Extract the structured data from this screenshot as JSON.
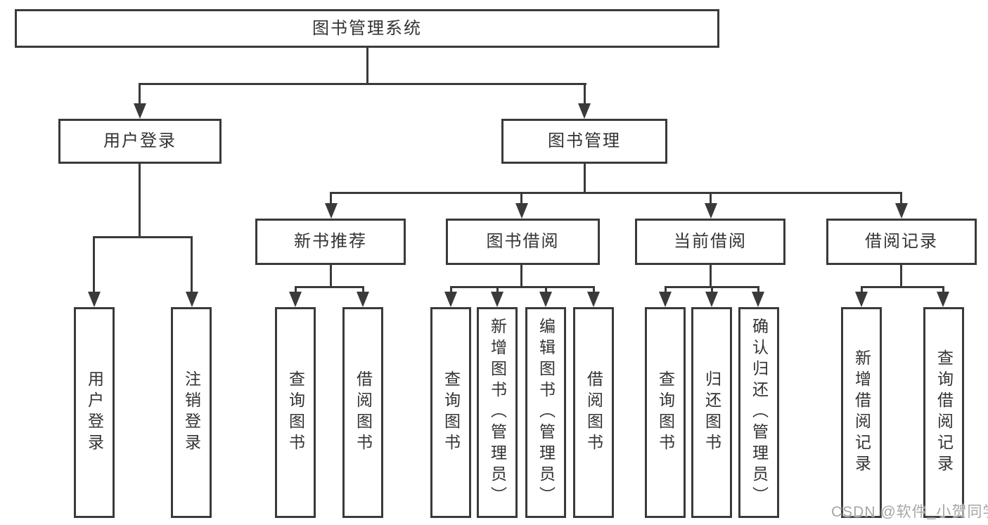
{
  "diagram": {
    "root": {
      "label": "图书管理系统"
    },
    "modules": [
      {
        "label": "用户登录",
        "children": [
          {
            "label": "用户登录"
          },
          {
            "label": "注销登录"
          }
        ]
      },
      {
        "label": "图书管理",
        "sections": [
          {
            "label": "新书推荐",
            "children": [
              {
                "label": "查询图书"
              },
              {
                "label": "借阅图书"
              }
            ]
          },
          {
            "label": "图书借阅",
            "children": [
              {
                "label": "查询图书"
              },
              {
                "label": "新增图书（管理员）"
              },
              {
                "label": "编辑图书（管理员）"
              },
              {
                "label": "借阅图书"
              }
            ]
          },
          {
            "label": "当前借阅",
            "children": [
              {
                "label": "查询图书"
              },
              {
                "label": "归还图书"
              },
              {
                "label": "确认归还（管理员）"
              }
            ]
          },
          {
            "label": "借阅记录",
            "children": [
              {
                "label": "新增借阅记录"
              },
              {
                "label": "查询借阅记录"
              }
            ]
          }
        ]
      }
    ]
  },
  "watermark": {
    "text": "CSDN @软件_小贺同学"
  },
  "colors": {
    "line": "#3a3a3a",
    "text": "#333333",
    "background": "#ffffff",
    "watermark": "#a6a6a6"
  }
}
